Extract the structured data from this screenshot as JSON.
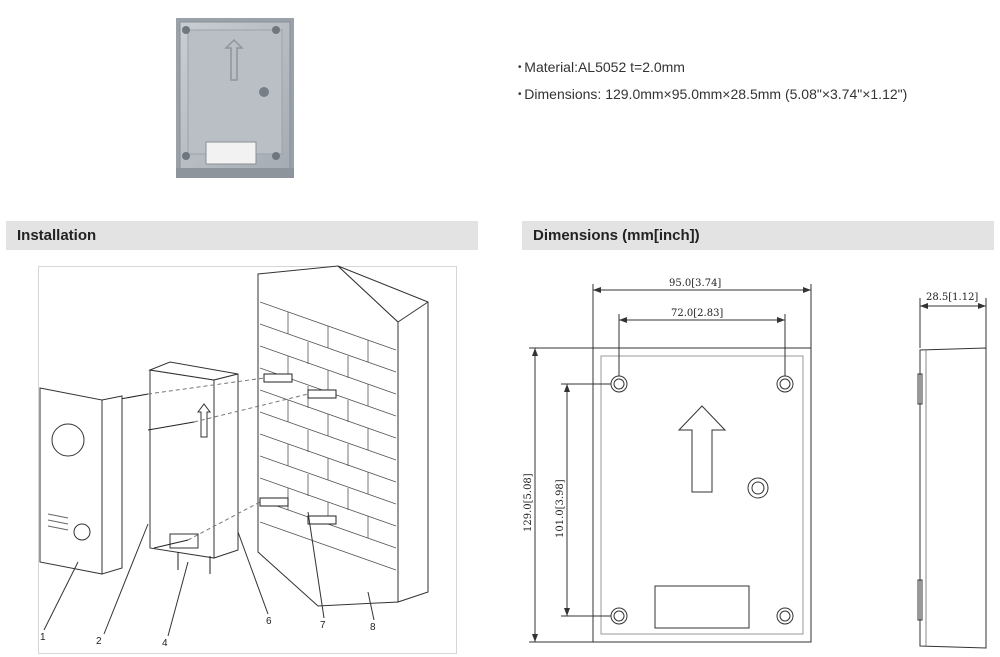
{
  "specs": {
    "material": "Material:AL5052 t=2.0mm",
    "dimensions": "Dimensions: 129.0mm×95.0mm×28.5mm (5.08\"×3.74\"×1.12\")"
  },
  "sections": {
    "installation": "Installation",
    "dimensions": "Dimensions (mm[inch])"
  },
  "installation": {
    "callouts": [
      "1",
      "2",
      "4",
      "6",
      "7",
      "8"
    ]
  },
  "dimension_labels": {
    "width": "95.0[3.74]",
    "hole_spacing_h": "72.0[2.83]",
    "height": "129.0[5.08]",
    "hole_spacing_v": "101.0[3.98]",
    "depth": "28.5[1.12]"
  },
  "colors": {
    "section_bar": "#e3e3e3",
    "line": "#333333",
    "photo_metal": "#b8bec4"
  }
}
